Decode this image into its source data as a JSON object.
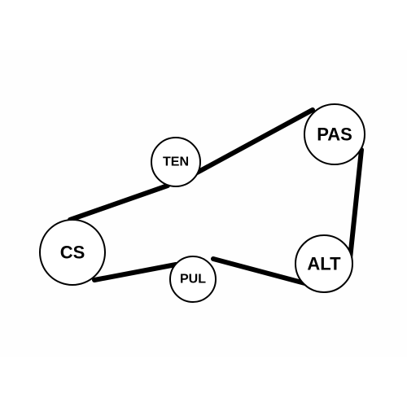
{
  "diagram": {
    "background": "#ffffff",
    "belt_color": "#000000",
    "pulleys": [
      {
        "id": "cs",
        "label": "CS"
      },
      {
        "id": "ten",
        "label": "TEN"
      },
      {
        "id": "pas",
        "label": "PAS"
      },
      {
        "id": "alt",
        "label": "ALT"
      },
      {
        "id": "pul",
        "label": "PUL"
      }
    ]
  }
}
